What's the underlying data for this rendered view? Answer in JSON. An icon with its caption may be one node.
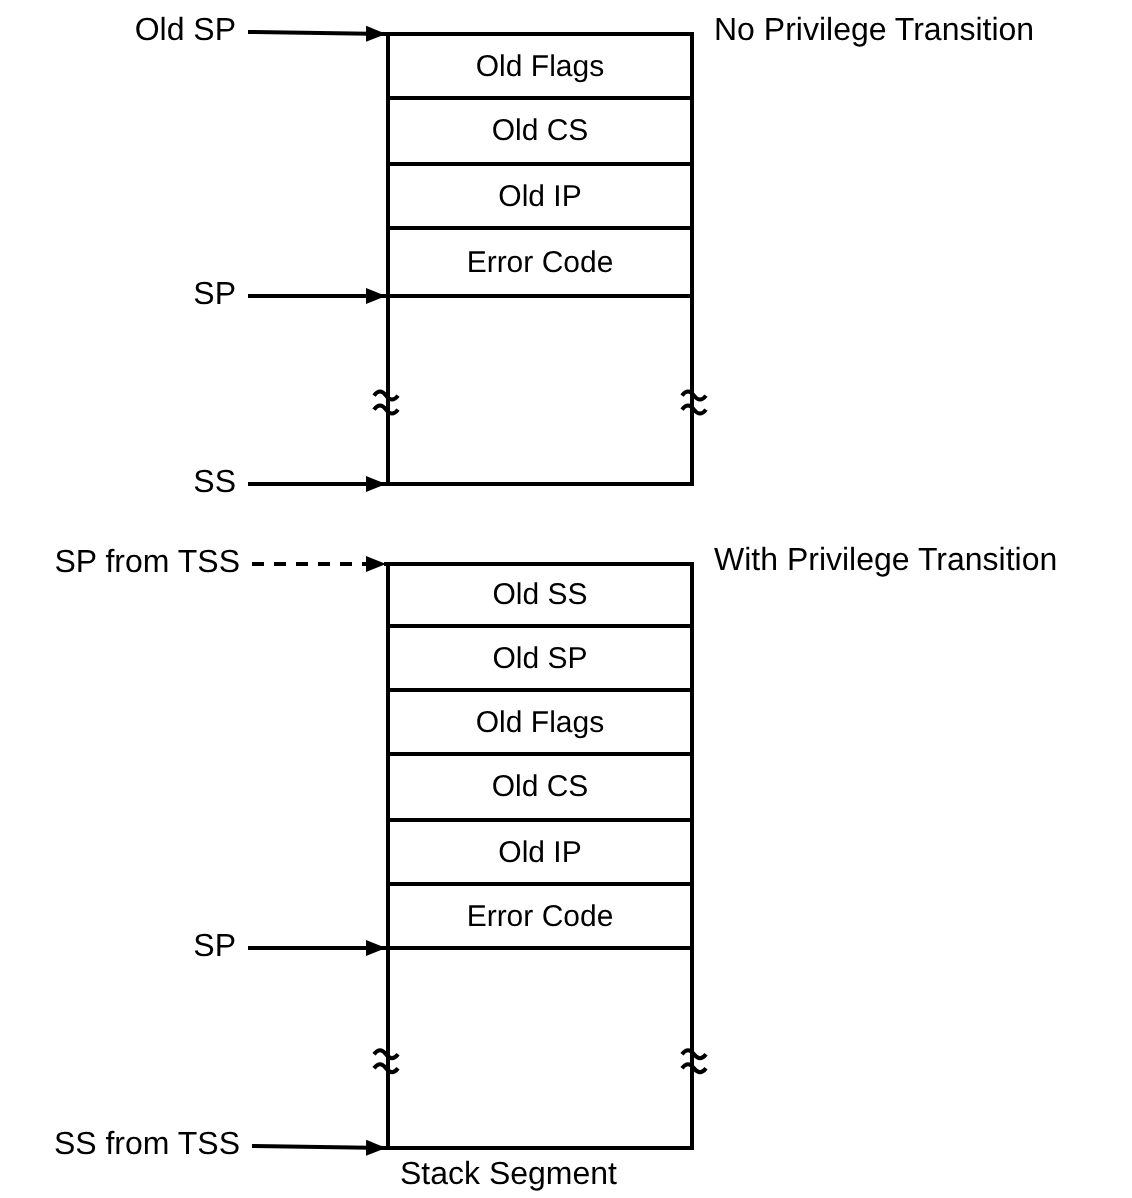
{
  "diagram": {
    "nodes": [
      {
        "text": [
          "Old SP"
        ]
      },
      {
        "text": [
          "Old Flags"
        ]
      },
      {
        "text": [
          "Old CS"
        ]
      },
      {
        "text": [
          "Old IP"
        ]
      },
      {
        "text": [
          "Error Code"
        ]
      },
      {
        "text": [],
        "shape": "box"
      },
      {
        "text": [
          "SP"
        ]
      },
      {
        "text": [
          "SS"
        ]
      },
      {
        "text": [
          "SP from TSS"
        ]
      },
      {
        "text": [
          "Old SS"
        ]
      },
      {
        "text": [
          "Old SP"
        ]
      },
      {
        "text": [
          "Old Flags"
        ]
      },
      {
        "text": [
          "Old CS"
        ]
      },
      {
        "text": [
          "Old IP"
        ]
      },
      {
        "text": [
          "Error Code"
        ]
      },
      {
        "text": [],
        "shape": "box"
      },
      {
        "text": [
          "SP"
        ]
      },
      {
        "text": [
          "SS from TSS"
        ]
      }
    ],
    "edges": [
      {
        "from": 0,
        "to": 1,
        "arrow": "to"
      },
      {
        "from": 6,
        "to": 5,
        "arrow": "to"
      },
      {
        "from": 7,
        "to": 5,
        "arrow": "to"
      },
      {
        "from": 8,
        "to": 9,
        "arrow": "to",
        "style": "dashed"
      },
      {
        "from": 16,
        "to": 15,
        "arrow": "to"
      },
      {
        "from": 17,
        "to": 15,
        "arrow": "to"
      }
    ],
    "labels": [
      "No Privilege Transition",
      "With Privilege Transition",
      "Stack Segment"
    ]
  }
}
